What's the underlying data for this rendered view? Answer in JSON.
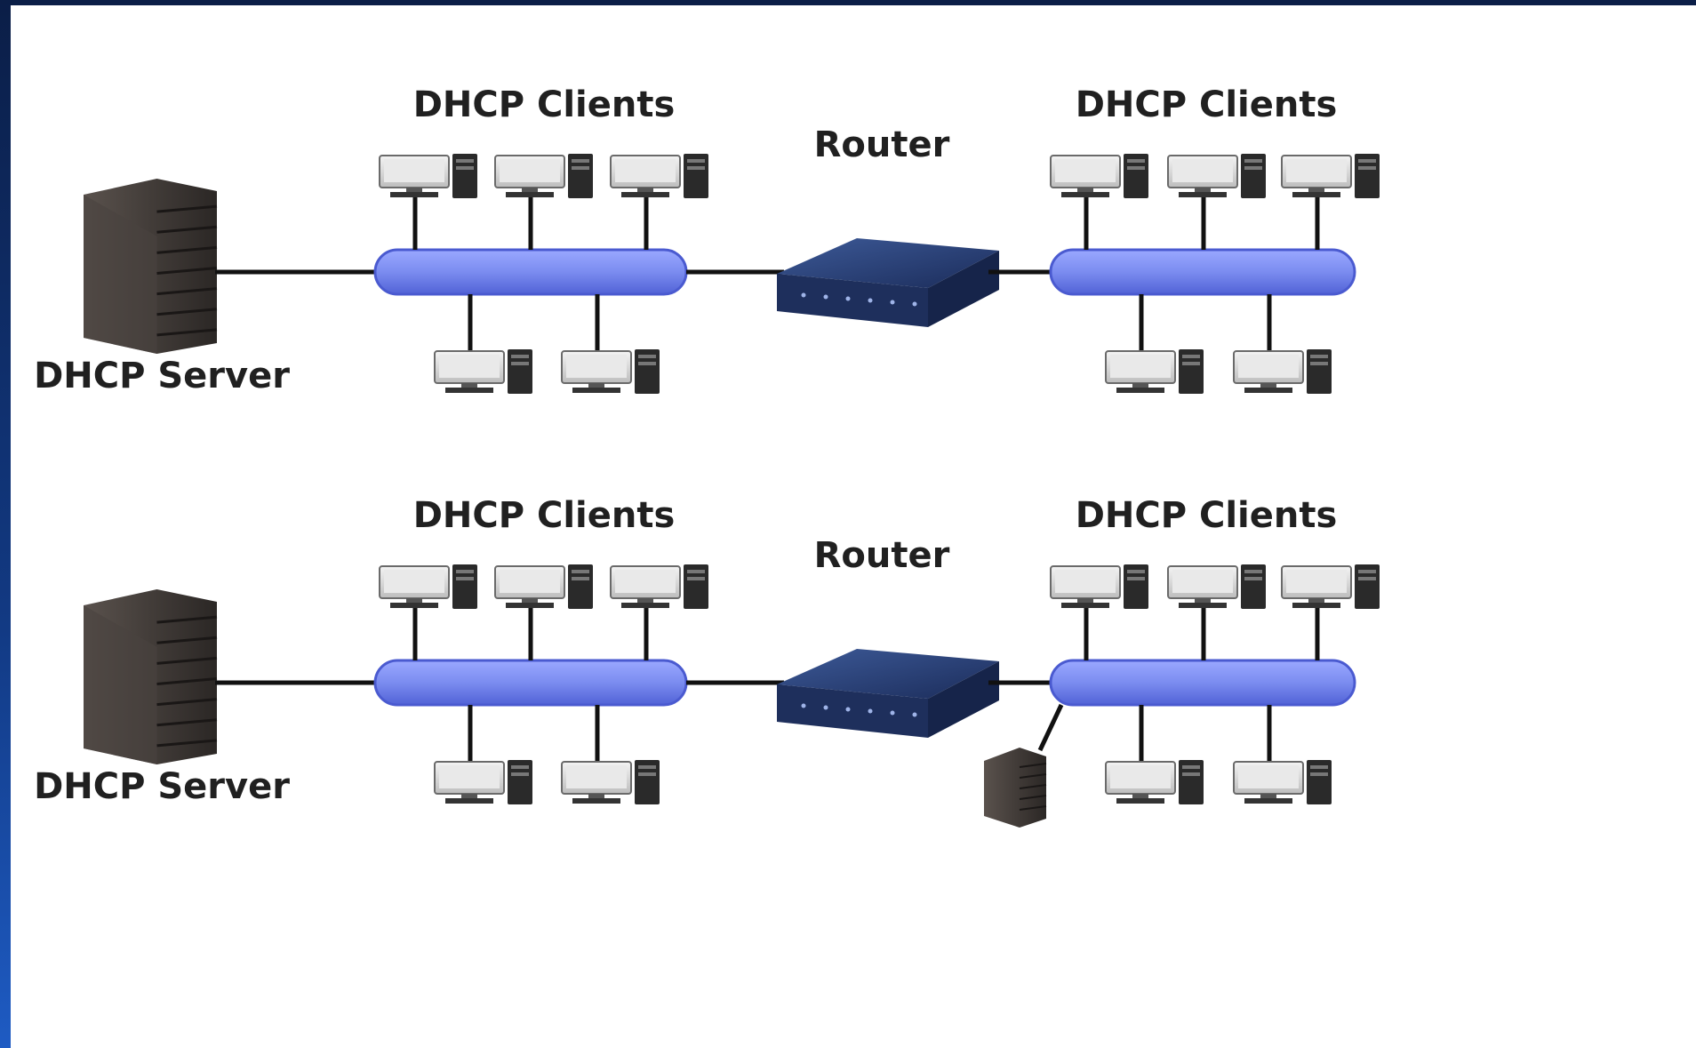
{
  "diagrams": [
    {
      "server_label": "DHCP Server",
      "router_label": "Router",
      "left_clients_label": "DHCP Clients",
      "right_clients_label": "DHCP Clients"
    },
    {
      "server_label": "DHCP Server",
      "router_label": "Router",
      "left_clients_label": "DHCP Clients",
      "right_clients_label": "DHCP Clients"
    }
  ],
  "colors": {
    "segment": "#7d8ff0",
    "segment_edge": "#4a5ad0",
    "router": "#1e2f5c",
    "server": "#3a3532",
    "cable": "#111111",
    "monitor": "#d8d8d8",
    "tower": "#2a2a2a"
  }
}
